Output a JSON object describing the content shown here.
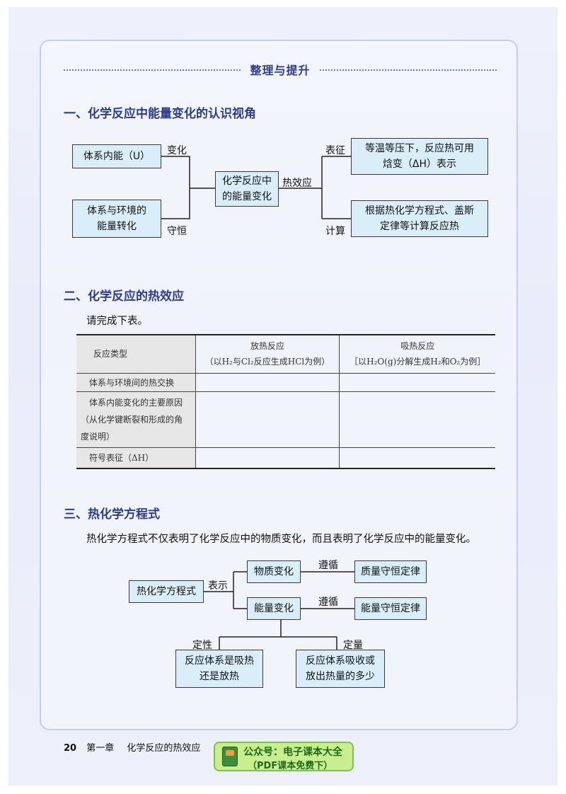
{
  "header": {
    "title": "整理与提升"
  },
  "section1": {
    "title": "一、化学反应中能量变化的认识视角",
    "box_internal": "体系内能（U）",
    "box_env": [
      "体系与环境的",
      "能量转化"
    ],
    "box_center": [
      "化学反应中",
      "的能量变化"
    ],
    "box_enthalpy": [
      "等温等压下，反应热可用",
      "焓变（ΔH）表示"
    ],
    "box_calc": [
      "根据热化学方程式、盖斯",
      "定律等计算反应热"
    ],
    "label_change": "变化",
    "label_conserve": "守恒",
    "label_heat_effect": "热效应",
    "label_represent": "表征",
    "label_calculate": "计算"
  },
  "section2": {
    "title": "二、化学反应的热效应",
    "instruction": "请完成下表。",
    "table": {
      "col0": "反应类型",
      "col1_line1": "放热反应",
      "col1_line2": "（以H₂与Cl₂反应生成HCl为例）",
      "col2_line1": "吸热反应",
      "col2_line2": "［以H₂O(g)分解生成H₂和O₂为例］",
      "row1": "体系与环境间的热交换",
      "row2": "体系内能变化的主要原因（从化学键断裂和形成的角度说明）",
      "row3": "符号表征（ΔH）"
    }
  },
  "section3": {
    "title": "三、热化学方程式",
    "paragraph": "热化学方程式不仅表明了化学反应中的物质变化，而且表明了化学反应中的能量变化。",
    "box_equation": "热化学方程式",
    "box_matter": "物质变化",
    "box_energy": "能量变化",
    "box_mass_law": "质量守恒定律",
    "box_energy_law": "能量守恒定律",
    "box_qualitative": [
      "反应体系是吸热",
      "还是放热"
    ],
    "box_quantitative": [
      "反应体系吸收或",
      "放出热量的多少"
    ],
    "label_represent": "表示",
    "label_follow1": "遵循",
    "label_follow2": "遵循",
    "label_qualitative": "定性",
    "label_quantitative": "定量"
  },
  "footer": {
    "page_number": "20",
    "chapter": "第一章",
    "chapter_title": "化学反应的热效应"
  },
  "watermark": {
    "line1": "公众号：电子课本大全",
    "line2": "（PDF课本免费下）"
  }
}
